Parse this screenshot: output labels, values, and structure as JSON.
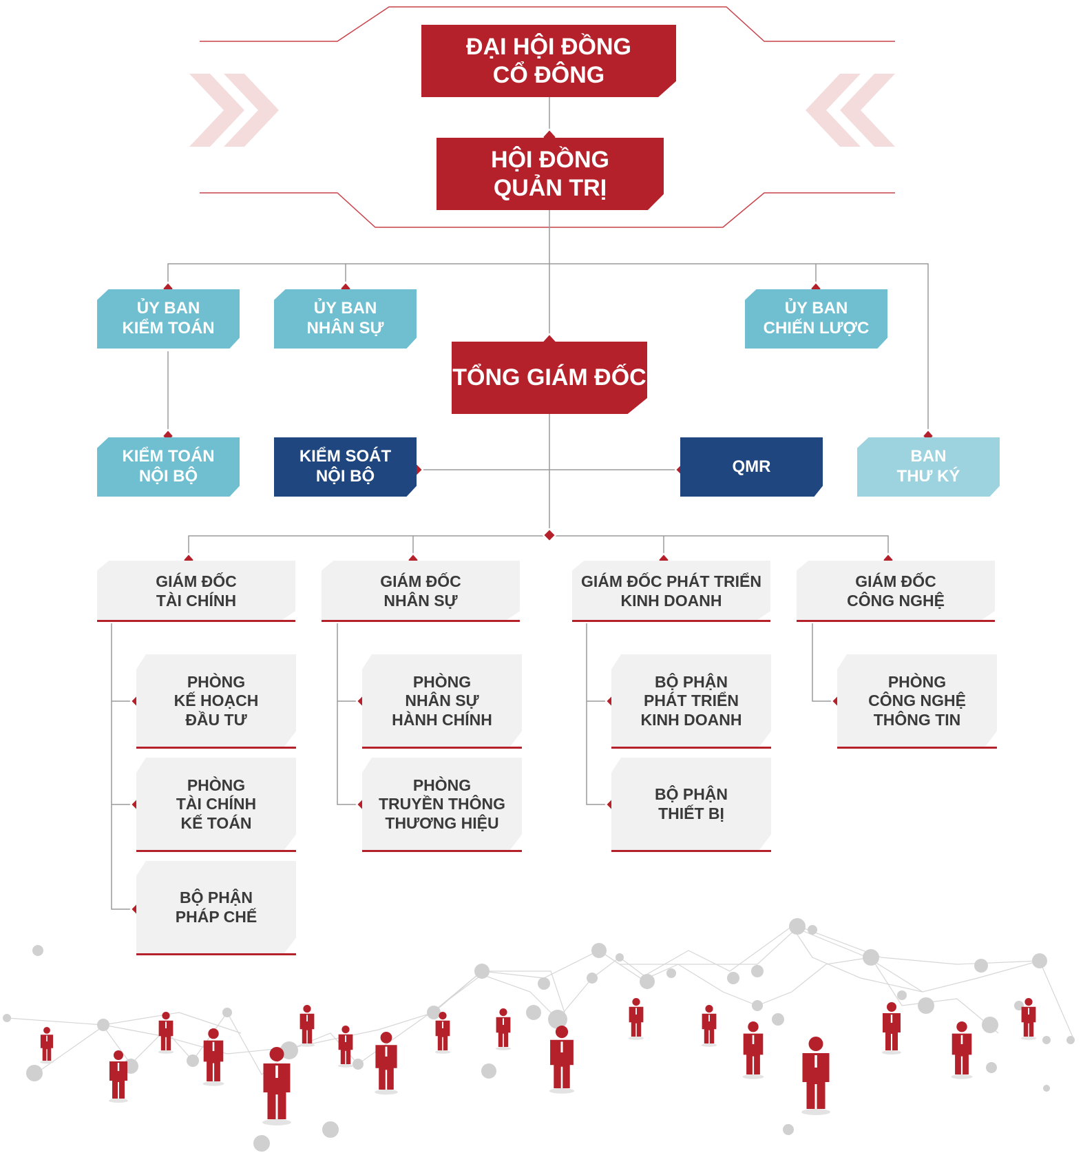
{
  "colors": {
    "accent_red": "#b5212a",
    "committee_teal": "#6fbfd0",
    "secretary_teal": "#9cd3df",
    "control_navy": "#1f467f",
    "department_grey": "#f1f1f2",
    "connector_grey": "#9a9a9a"
  },
  "top": {
    "shareholders": [
      "ĐẠI HỘI ĐỒNG",
      "CỔ ĐÔNG"
    ],
    "board": [
      "HỘI ĐỒNG",
      "QUẢN TRỊ"
    ],
    "ceo": [
      "TỔNG GIÁM ĐỐC"
    ]
  },
  "committees": {
    "audit": [
      "ỦY BAN",
      "KIỂM TOÁN"
    ],
    "personnel": [
      "ỦY BAN",
      "NHÂN SỰ"
    ],
    "strategy": [
      "ỦY BAN",
      "CHIẾN LƯỢC"
    ]
  },
  "second_row": {
    "internal_audit": [
      "KIỂM TOÁN",
      "NỘI BỘ"
    ],
    "internal_control": [
      "KIỂM SOÁT",
      "NỘI BỘ"
    ],
    "qmr": [
      "QMR"
    ],
    "secretary": [
      "BAN",
      "THƯ KÝ"
    ]
  },
  "directors": {
    "finance": [
      "GIÁM ĐỐC",
      "TÀI CHÍNH"
    ],
    "hr": [
      "GIÁM ĐỐC",
      "NHÂN SỰ"
    ],
    "business": [
      "GIÁM ĐỐC PHÁT TRIỂN",
      "KINH DOANH"
    ],
    "tech": [
      "GIÁM ĐỐC",
      "CÔNG NGHỆ"
    ]
  },
  "departments": {
    "finance": [
      [
        "PHÒNG",
        "KẾ HOẠCH",
        "ĐẦU TƯ"
      ],
      [
        "PHÒNG",
        "TÀI CHÍNH",
        "KẾ TOÁN"
      ],
      [
        "BỘ PHẬN",
        "PHÁP CHẾ"
      ]
    ],
    "hr": [
      [
        "PHÒNG",
        "NHÂN SỰ",
        "HÀNH CHÍNH"
      ],
      [
        "PHÒNG",
        "TRUYỀN THÔNG",
        "THƯƠNG HIỆU"
      ]
    ],
    "business": [
      [
        "BỘ PHẬN",
        "PHÁT TRIỂN",
        "KINH DOANH"
      ],
      [
        "BỘ PHẬN",
        "THIẾT BỊ"
      ]
    ],
    "tech": [
      [
        "PHÒNG",
        "CÔNG NGHỆ",
        "THÔNG TIN"
      ]
    ]
  }
}
